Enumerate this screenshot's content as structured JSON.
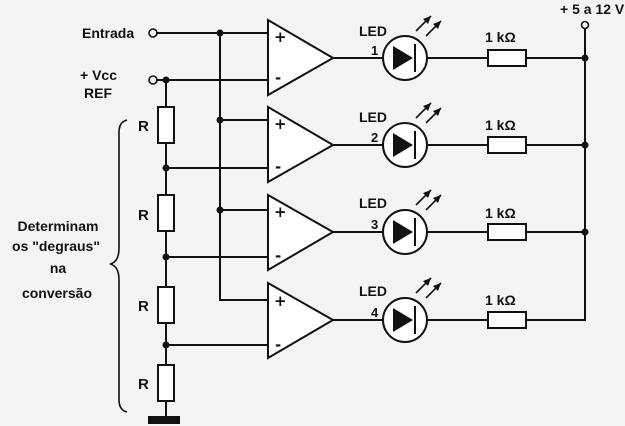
{
  "labels": {
    "input": "Entrada",
    "vcc_line1": "+ Vcc",
    "vcc_line2": "REF",
    "supply": "+ 5 a 12 V",
    "brace_line1": "Determinam",
    "brace_line2": "os \"degraus\"",
    "brace_line3": "na",
    "brace_line4": "conversão",
    "plus": "+",
    "minus": "-"
  },
  "leds": [
    {
      "label": "LED",
      "number": "1",
      "resistor": "1 kΩ"
    },
    {
      "label": "LED",
      "number": "2",
      "resistor": "1 kΩ"
    },
    {
      "label": "LED",
      "number": "3",
      "resistor": "1 kΩ"
    },
    {
      "label": "LED",
      "number": "4",
      "resistor": "1 kΩ"
    }
  ],
  "divider_resistors": [
    "R",
    "R",
    "R",
    "R"
  ]
}
